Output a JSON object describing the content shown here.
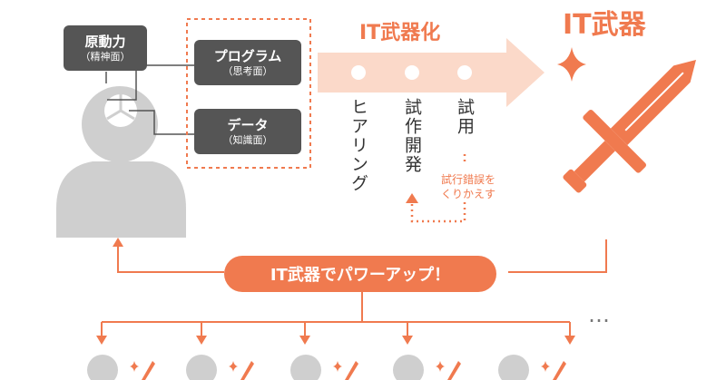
{
  "colors": {
    "accent": "#f07a4f",
    "accent_light": "#fbd9c9",
    "person_gray": "#cfcfcf",
    "box_dark": "#555555"
  },
  "boxes": {
    "motivation": {
      "title": "原動力",
      "sub": "（精神面）"
    },
    "program": {
      "title": "プログラム",
      "sub": "（思考面）"
    },
    "data": {
      "title": "データ",
      "sub": "（知識面）"
    }
  },
  "process": {
    "title": "IT武器化",
    "steps": [
      "ヒアリング",
      "試作開発",
      "試用"
    ],
    "loop_note": [
      "試行錯誤を",
      "くりかえす"
    ]
  },
  "weapon_title": "IT武器",
  "powerup_label": "IT武器でパワーアップ！",
  "more": "…",
  "icons": [
    "person-icon",
    "sword-icon",
    "sparkle-icon",
    "brain-icon",
    "arrow-right-icon"
  ]
}
